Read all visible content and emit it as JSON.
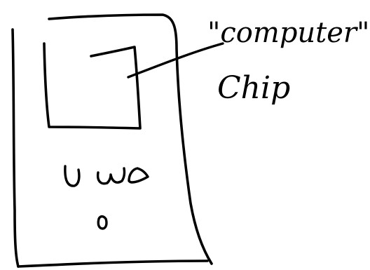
{
  "colors": {
    "background": "#ffffff",
    "ink": "#000000"
  },
  "annotations": {
    "line1": "\"computer\"",
    "line2": "Chip"
  },
  "parts": [
    "device-body",
    "screen",
    "chip-box",
    "leader-line",
    "button",
    "button",
    "button",
    "button"
  ]
}
